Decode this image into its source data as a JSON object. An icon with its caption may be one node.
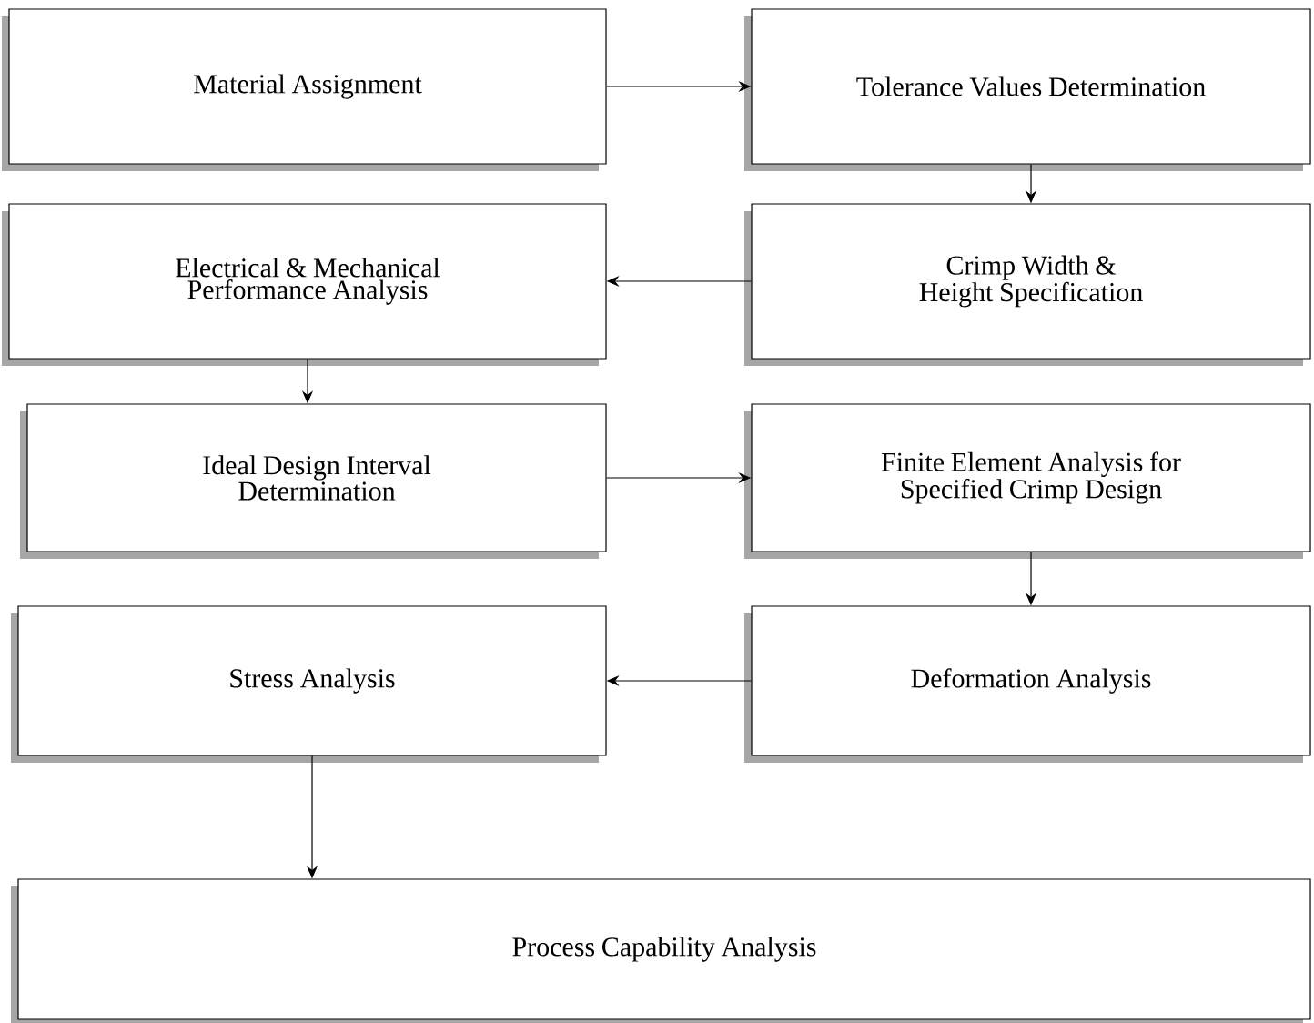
{
  "diagram": {
    "nodes": [
      {
        "text": [
          "Material Assignment"
        ]
      },
      {
        "text": [
          "Tolerance Values Determination"
        ]
      },
      {
        "text": [
          "Electrical & Mechanical Performance Analysis"
        ]
      },
      {
        "text": [
          "Crimp Width & Height Specification"
        ]
      },
      {
        "text": [
          "Ideal Design Interval Determination"
        ]
      },
      {
        "text": [
          "Finite Element Analysis for Specified Crimp Design"
        ]
      },
      {
        "text": [
          "Stress Analysis"
        ]
      },
      {
        "text": [
          "Deformation Analysis"
        ]
      },
      {
        "text": [
          "Process Capability Analysis"
        ]
      }
    ],
    "edges": [
      {
        "from": 0,
        "to": 1,
        "arrow": "to"
      },
      {
        "from": 1,
        "to": 3,
        "arrow": "to"
      },
      {
        "from": 3,
        "to": 2,
        "arrow": "to"
      },
      {
        "from": 2,
        "to": 4,
        "arrow": "to"
      },
      {
        "from": 4,
        "to": 5,
        "arrow": "to"
      },
      {
        "from": 5,
        "to": 7,
        "arrow": "to"
      },
      {
        "from": 7,
        "to": 6,
        "arrow": "to"
      },
      {
        "from": 6,
        "to": 8,
        "arrow": "to"
      }
    ]
  }
}
